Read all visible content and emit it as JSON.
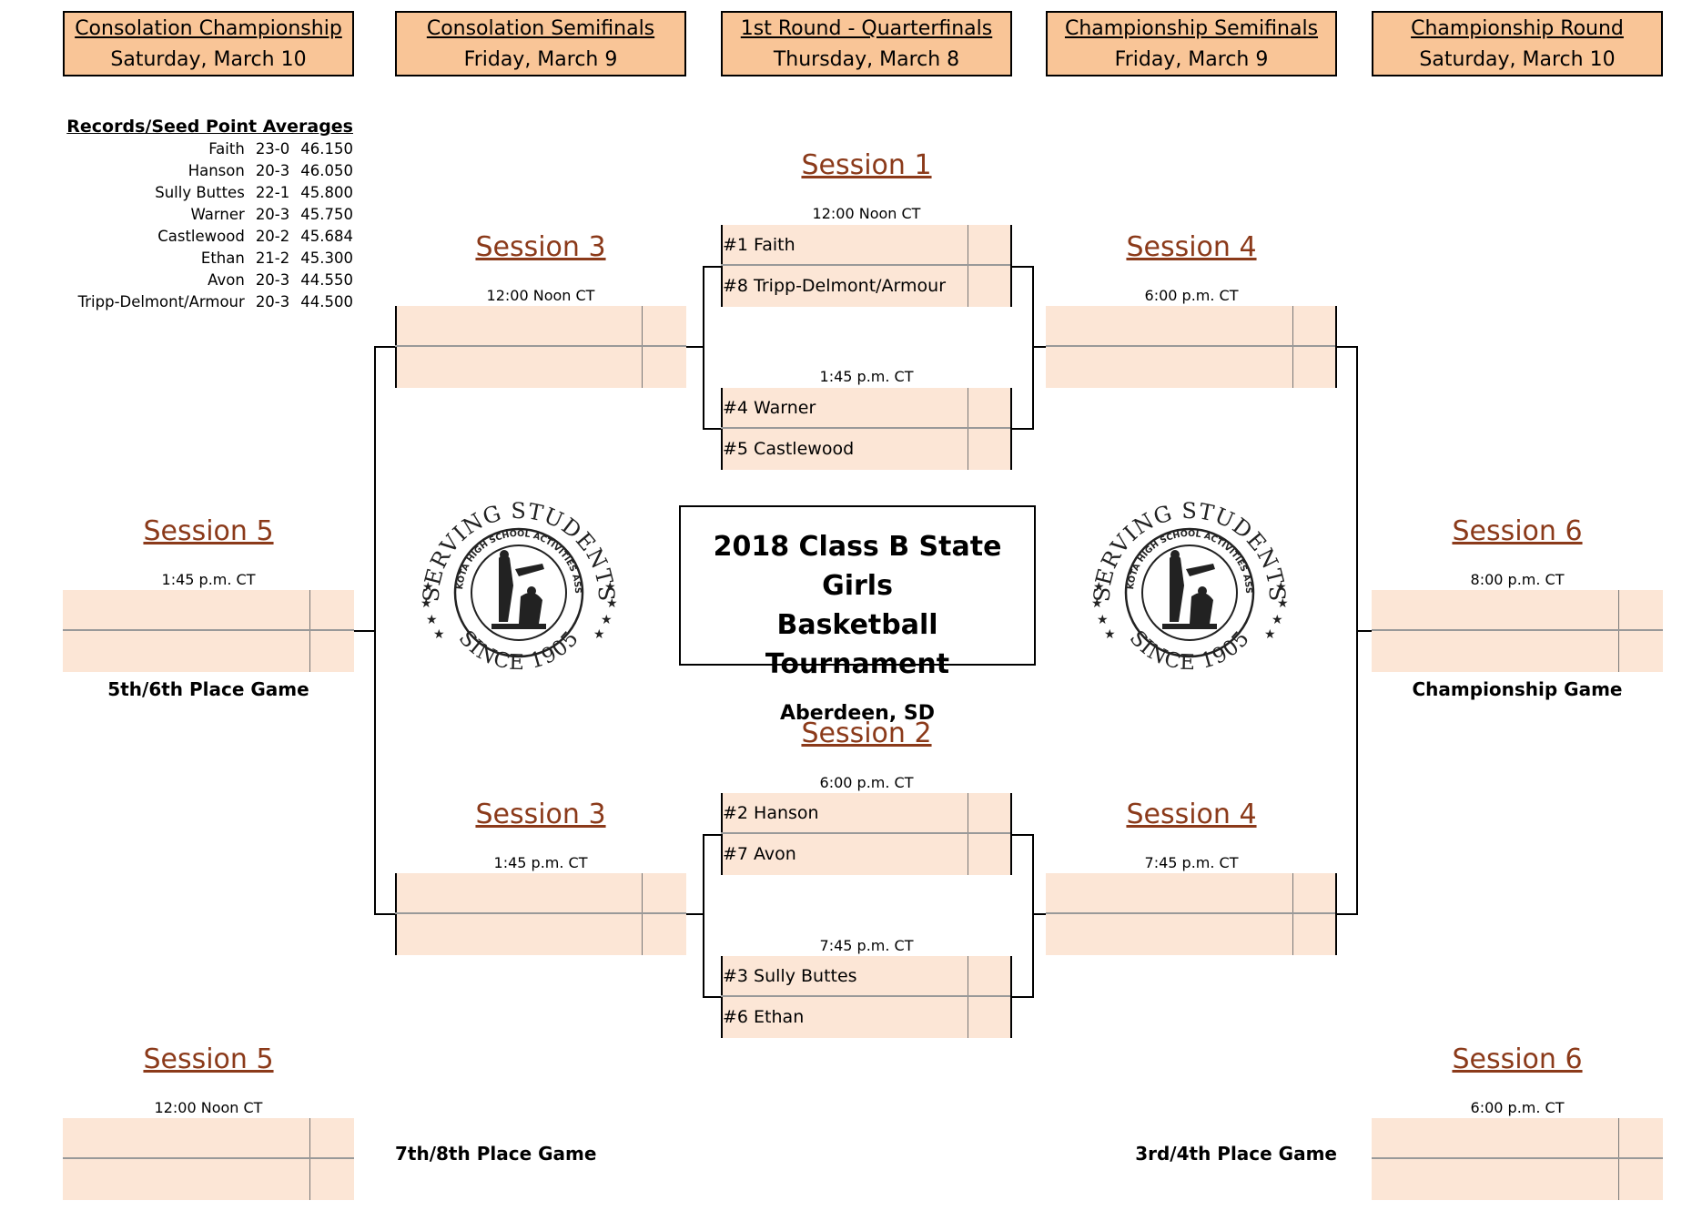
{
  "round_headers": [
    {
      "title": "Consolation Championship",
      "date": "Saturday, March 10"
    },
    {
      "title": "Consolation Semifinals",
      "date": "Friday, March 9"
    },
    {
      "title": "1st Round - Quarterfinals",
      "date": "Thursday, March 8"
    },
    {
      "title": "Championship Semifinals",
      "date": "Friday, March 9"
    },
    {
      "title": "Championship Round",
      "date": "Saturday, March 10"
    }
  ],
  "seed_averages": {
    "title": "Records/Seed Point Averages",
    "rows": [
      {
        "team": "Faith",
        "record": "23-0",
        "avg": "46.150"
      },
      {
        "team": "Hanson",
        "record": "20-3",
        "avg": "46.050"
      },
      {
        "team": "Sully Buttes",
        "record": "22-1",
        "avg": "45.800"
      },
      {
        "team": "Warner",
        "record": "20-3",
        "avg": "45.750"
      },
      {
        "team": "Castlewood",
        "record": "20-2",
        "avg": "45.684"
      },
      {
        "team": "Ethan",
        "record": "21-2",
        "avg": "45.300"
      },
      {
        "team": "Avon",
        "record": "20-3",
        "avg": "44.550"
      },
      {
        "team": "Tripp-Delmont/Armour",
        "record": "20-3",
        "avg": "44.500"
      }
    ]
  },
  "sessions": {
    "s1": {
      "label": "Session 1",
      "time_a": "12:00 Noon CT",
      "time_b": "1:45 p.m. CT"
    },
    "s2": {
      "label": "Session 2",
      "time_a": "6:00 p.m. CT",
      "time_b": "7:45 p.m. CT"
    },
    "s3_top": {
      "label": "Session 3",
      "time": "12:00 Noon CT"
    },
    "s3_bot": {
      "label": "Session 3",
      "time": "1:45 p.m. CT"
    },
    "s4_top": {
      "label": "Session 4",
      "time": "6:00 p.m. CT"
    },
    "s4_bot": {
      "label": "Session 4",
      "time": "7:45 p.m. CT"
    },
    "s5_top": {
      "label": "Session 5",
      "time": "1:45 p.m. CT"
    },
    "s5_bot": {
      "label": "Session 5",
      "time": "12:00 Noon CT"
    },
    "s6_top": {
      "label": "Session 6",
      "time": "8:00 p.m. CT"
    },
    "s6_bot": {
      "label": "Session 6",
      "time": "6:00 p.m. CT"
    }
  },
  "teams": {
    "q1a": "#1 Faith",
    "q1b": "#8 Tripp-Delmont/Armour",
    "q2a": "#4 Warner",
    "q2b": "#5 Castlewood",
    "q3a": "#2 Hanson",
    "q3b": "#7 Avon",
    "q4a": "#3 Sully Buttes",
    "q4b": "#6 Ethan"
  },
  "title": {
    "line1": "2018 Class B State Girls",
    "line2": "Basketball Tournament",
    "location": "Aberdeen, SD"
  },
  "game_labels": {
    "fifth_sixth": "5th/6th Place Game",
    "seventh_eighth": "7th/8th Place Game",
    "championship": "Championship Game",
    "third_fourth": "3rd/4th Place Game"
  },
  "seal": {
    "top_text": "SERVING STUDENTS",
    "ring_text": "SOUTH DAKOTA HIGH SCHOOL ACTIVITIES ASSOCIATION",
    "bottom_text": "SINCE 1905"
  }
}
